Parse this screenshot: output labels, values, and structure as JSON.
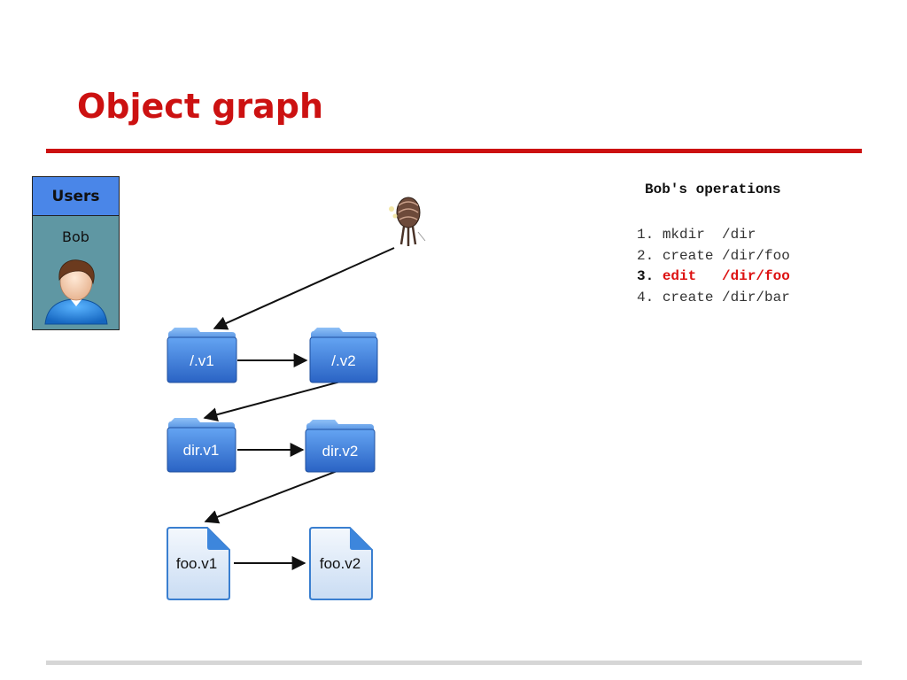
{
  "slide": {
    "title": "Object graph"
  },
  "users": {
    "header": "Users",
    "items": [
      {
        "name": "Bob",
        "icon": "user-avatar-icon"
      }
    ]
  },
  "operations": {
    "title": "Bob's operations",
    "items": [
      {
        "num": "1.",
        "text": "mkdir  /dir",
        "active": false
      },
      {
        "num": "2.",
        "text": "create /dir/foo",
        "active": false
      },
      {
        "num": "3.",
        "text": "edit   /dir/foo",
        "active": true
      },
      {
        "num": "4.",
        "text": "create /dir/bar",
        "active": false
      }
    ]
  },
  "graph": {
    "nodes": {
      "root_v1": "/.v1",
      "root_v2": "/.v2",
      "dir_v1": "dir.v1",
      "dir_v2": "dir.v2",
      "foo_v1": "foo.v1",
      "foo_v2": "foo.v2"
    },
    "pointer_icon": "squid-pointer-icon"
  },
  "colors": {
    "accent": "#cc1111",
    "users_header": "#4a86e8",
    "users_body": "#5f97a3",
    "folder": "#3c7ad6",
    "file": "#dbe8f8"
  }
}
